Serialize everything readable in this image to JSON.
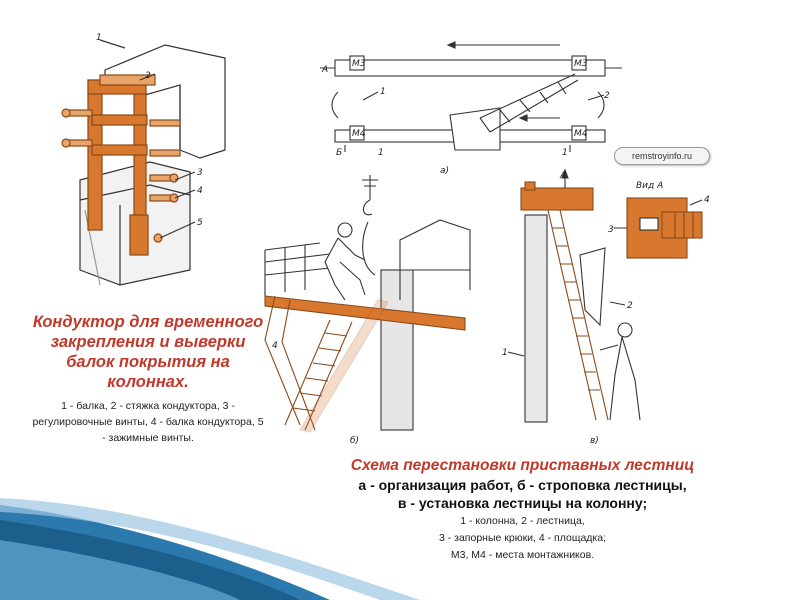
{
  "left_caption": {
    "title": "Кондуктор для временного закрепления и выверки балок покрытия на колоннах.",
    "legend": "1 - балка, 2 - стяжка кондуктора, 3 - регулировочные винты, 4 - балка кондуктора, 5 - зажимные винты."
  },
  "right_caption": {
    "title": "Схема перестановки приставных лестниц",
    "subtitle_1": "а - организация работ, б - строповка лестницы,",
    "subtitle_2": "в - установка лестницы на колонну;",
    "legend_1": "1 - колонна, 2 - лестница,",
    "legend_2": "3 - запорные крюки, 4 - площадка;",
    "legend_3": "М3, М4 - места монтажников."
  },
  "watermark": "remstroyinfo.ru",
  "diagram_labels": {
    "n1": "1",
    "n2": "2",
    "n3": "3",
    "n4": "4",
    "n5": "5",
    "A": "А",
    "B": "Б",
    "a": "а)",
    "b": "б)",
    "v": "в)",
    "vid_a": "Вид А",
    "m3": "М3",
    "m4": "М4"
  },
  "colors": {
    "accent_red": "#c0392b",
    "orange": "#d8782f",
    "orange_light": "#e9a46a",
    "wave_blue": "#2c79ad",
    "line": "#333333"
  }
}
